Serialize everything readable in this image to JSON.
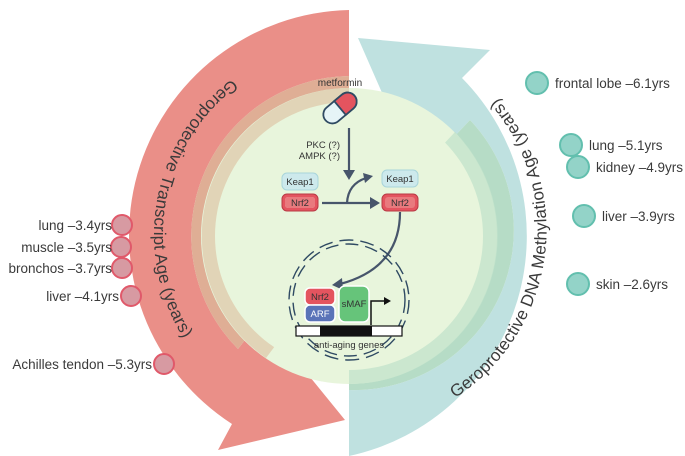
{
  "diagram": {
    "left_arc": {
      "title": "Geroprotective Transcript Age (years)",
      "color": "#ea8f88",
      "inner_band_color": "#d9a083",
      "marker_fill": "#d79aa2",
      "marker_stroke": "#e0596a",
      "items": [
        {
          "label": "lung –3.4yrs"
        },
        {
          "label": "muscle –3.5yrs"
        },
        {
          "label": "bronchos –3.7yrs"
        },
        {
          "label": "liver –4.1yrs"
        },
        {
          "label": "Achilles tendon –5.3yrs"
        }
      ]
    },
    "right_arc": {
      "title": "Geroprotective DNA Methylation Age (years)",
      "color": "#bfe1e0",
      "inner_band_color": "#c3e4cc",
      "marker_fill": "#93d3c8",
      "marker_stroke": "#62bfae",
      "items": [
        {
          "label": "frontal lobe –6.1yrs"
        },
        {
          "label": "lung –5.1yrs"
        },
        {
          "label": "kidney –4.9yrs"
        },
        {
          "label": "liver –3.9yrs"
        },
        {
          "label": "skin –2.6yrs"
        }
      ]
    },
    "center": {
      "bg_color": "#e8f5dc",
      "drug": "metformin",
      "kinase_1": "PKC (?)",
      "kinase_2": "AMPK (?)",
      "complex_left": {
        "top": "Keap1",
        "bottom": "Nrf2"
      },
      "complex_right": {
        "top": "Keap1",
        "bottom": "Nrf2"
      },
      "nucleus": {
        "proteins": [
          "Nrf2",
          "ARF",
          "sMAF"
        ],
        "gene_label": "anti-aging genes"
      }
    }
  }
}
